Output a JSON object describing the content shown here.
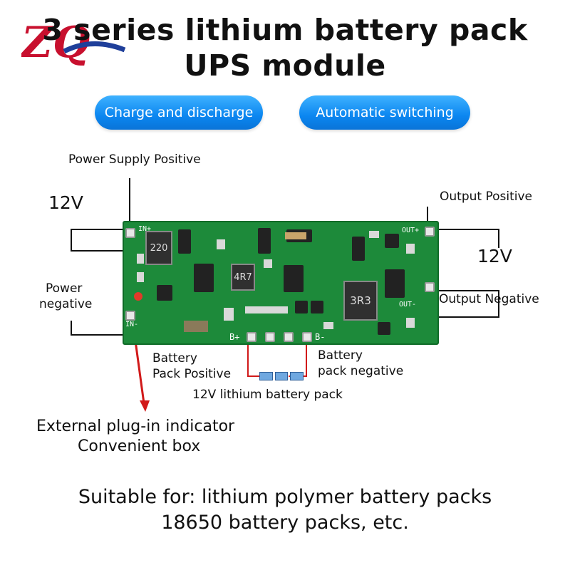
{
  "header": {
    "title_line1": "3 series lithium battery pack",
    "title_line2": "UPS module",
    "logo_text": "ZQ"
  },
  "badges": {
    "charge": "Charge and discharge",
    "switching": "Automatic switching"
  },
  "labels": {
    "power_supply_positive": "Power Supply Positive",
    "input_voltage": "12V",
    "power_negative_line1": "Power",
    "power_negative_line2": "negative",
    "output_positive": "Output Positive",
    "output_voltage": "12V",
    "output_negative": "Output Negative",
    "battery_pack_positive_line1": "Battery",
    "battery_pack_positive_line2": "Pack Positive",
    "battery_pack_negative_line1": "Battery",
    "battery_pack_negative_line2": "pack negative",
    "battery_pack": "12V lithium battery pack",
    "indicator_line1": "External plug-in indicator",
    "indicator_line2": "Convenient box"
  },
  "board": {
    "in_plus": "IN+",
    "in_minus": "IN-",
    "out_plus": "OUT+",
    "out_minus": "OUT-",
    "b_plus": "B+",
    "b_minus": "B-",
    "inductor1": "220",
    "inductor2": "4R7",
    "inductor3": "3R3"
  },
  "footer": {
    "line1": "Suitable for: lithium polymer battery packs",
    "line2": "18650 battery packs, etc."
  },
  "colors": {
    "badge_blue": "#0b86f0",
    "pcb_green": "#1d8a3a",
    "logo_red": "#c8102e",
    "logo_blue": "#1f3f9a",
    "arrow_red": "#d11a1a"
  }
}
